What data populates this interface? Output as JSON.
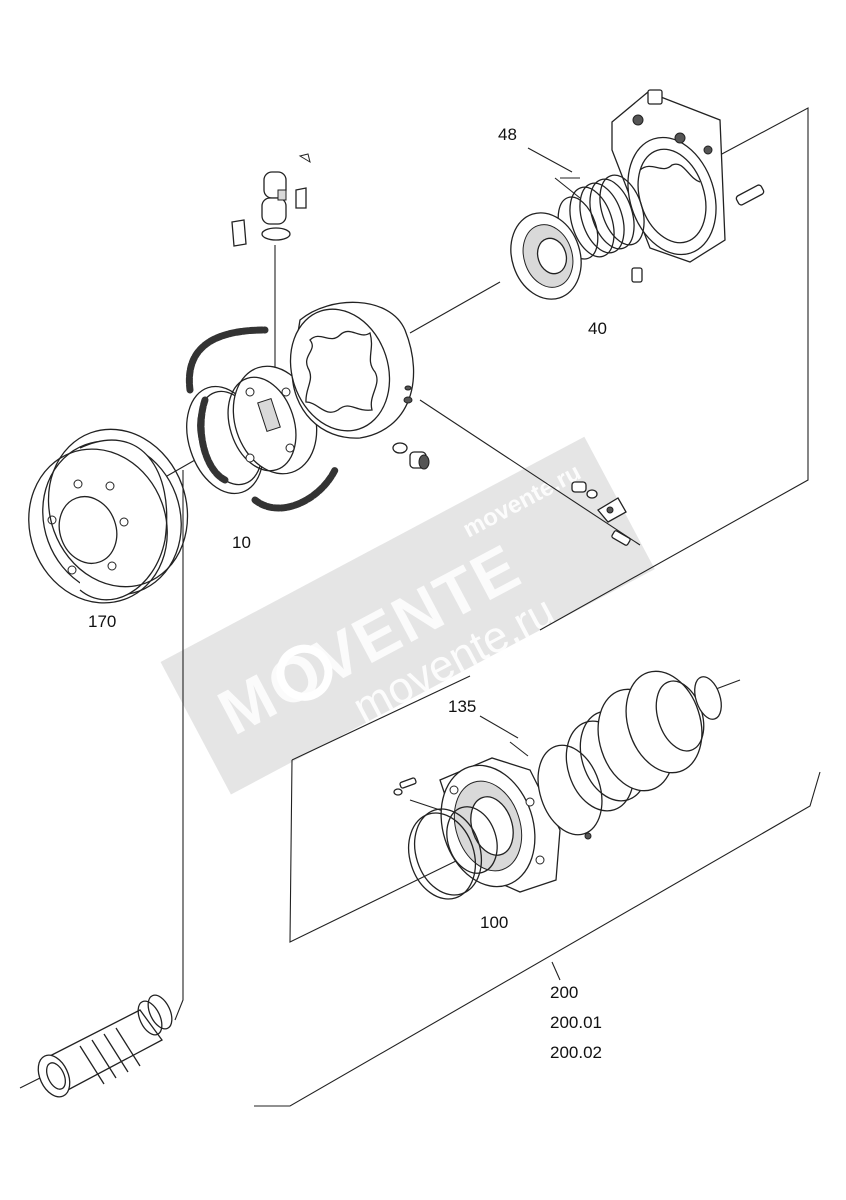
{
  "labels": {
    "p10": "10",
    "p40": "40",
    "p48": "48",
    "p100": "100",
    "p135": "135",
    "p170": "170",
    "p200": "200",
    "p200_01": "200.01",
    "p200_02": "200.02"
  },
  "watermark": {
    "brand": "MOVENTE",
    "site_top": "movente.ru",
    "site_bottom": "movente.ru",
    "color": "#b5b5b5"
  }
}
